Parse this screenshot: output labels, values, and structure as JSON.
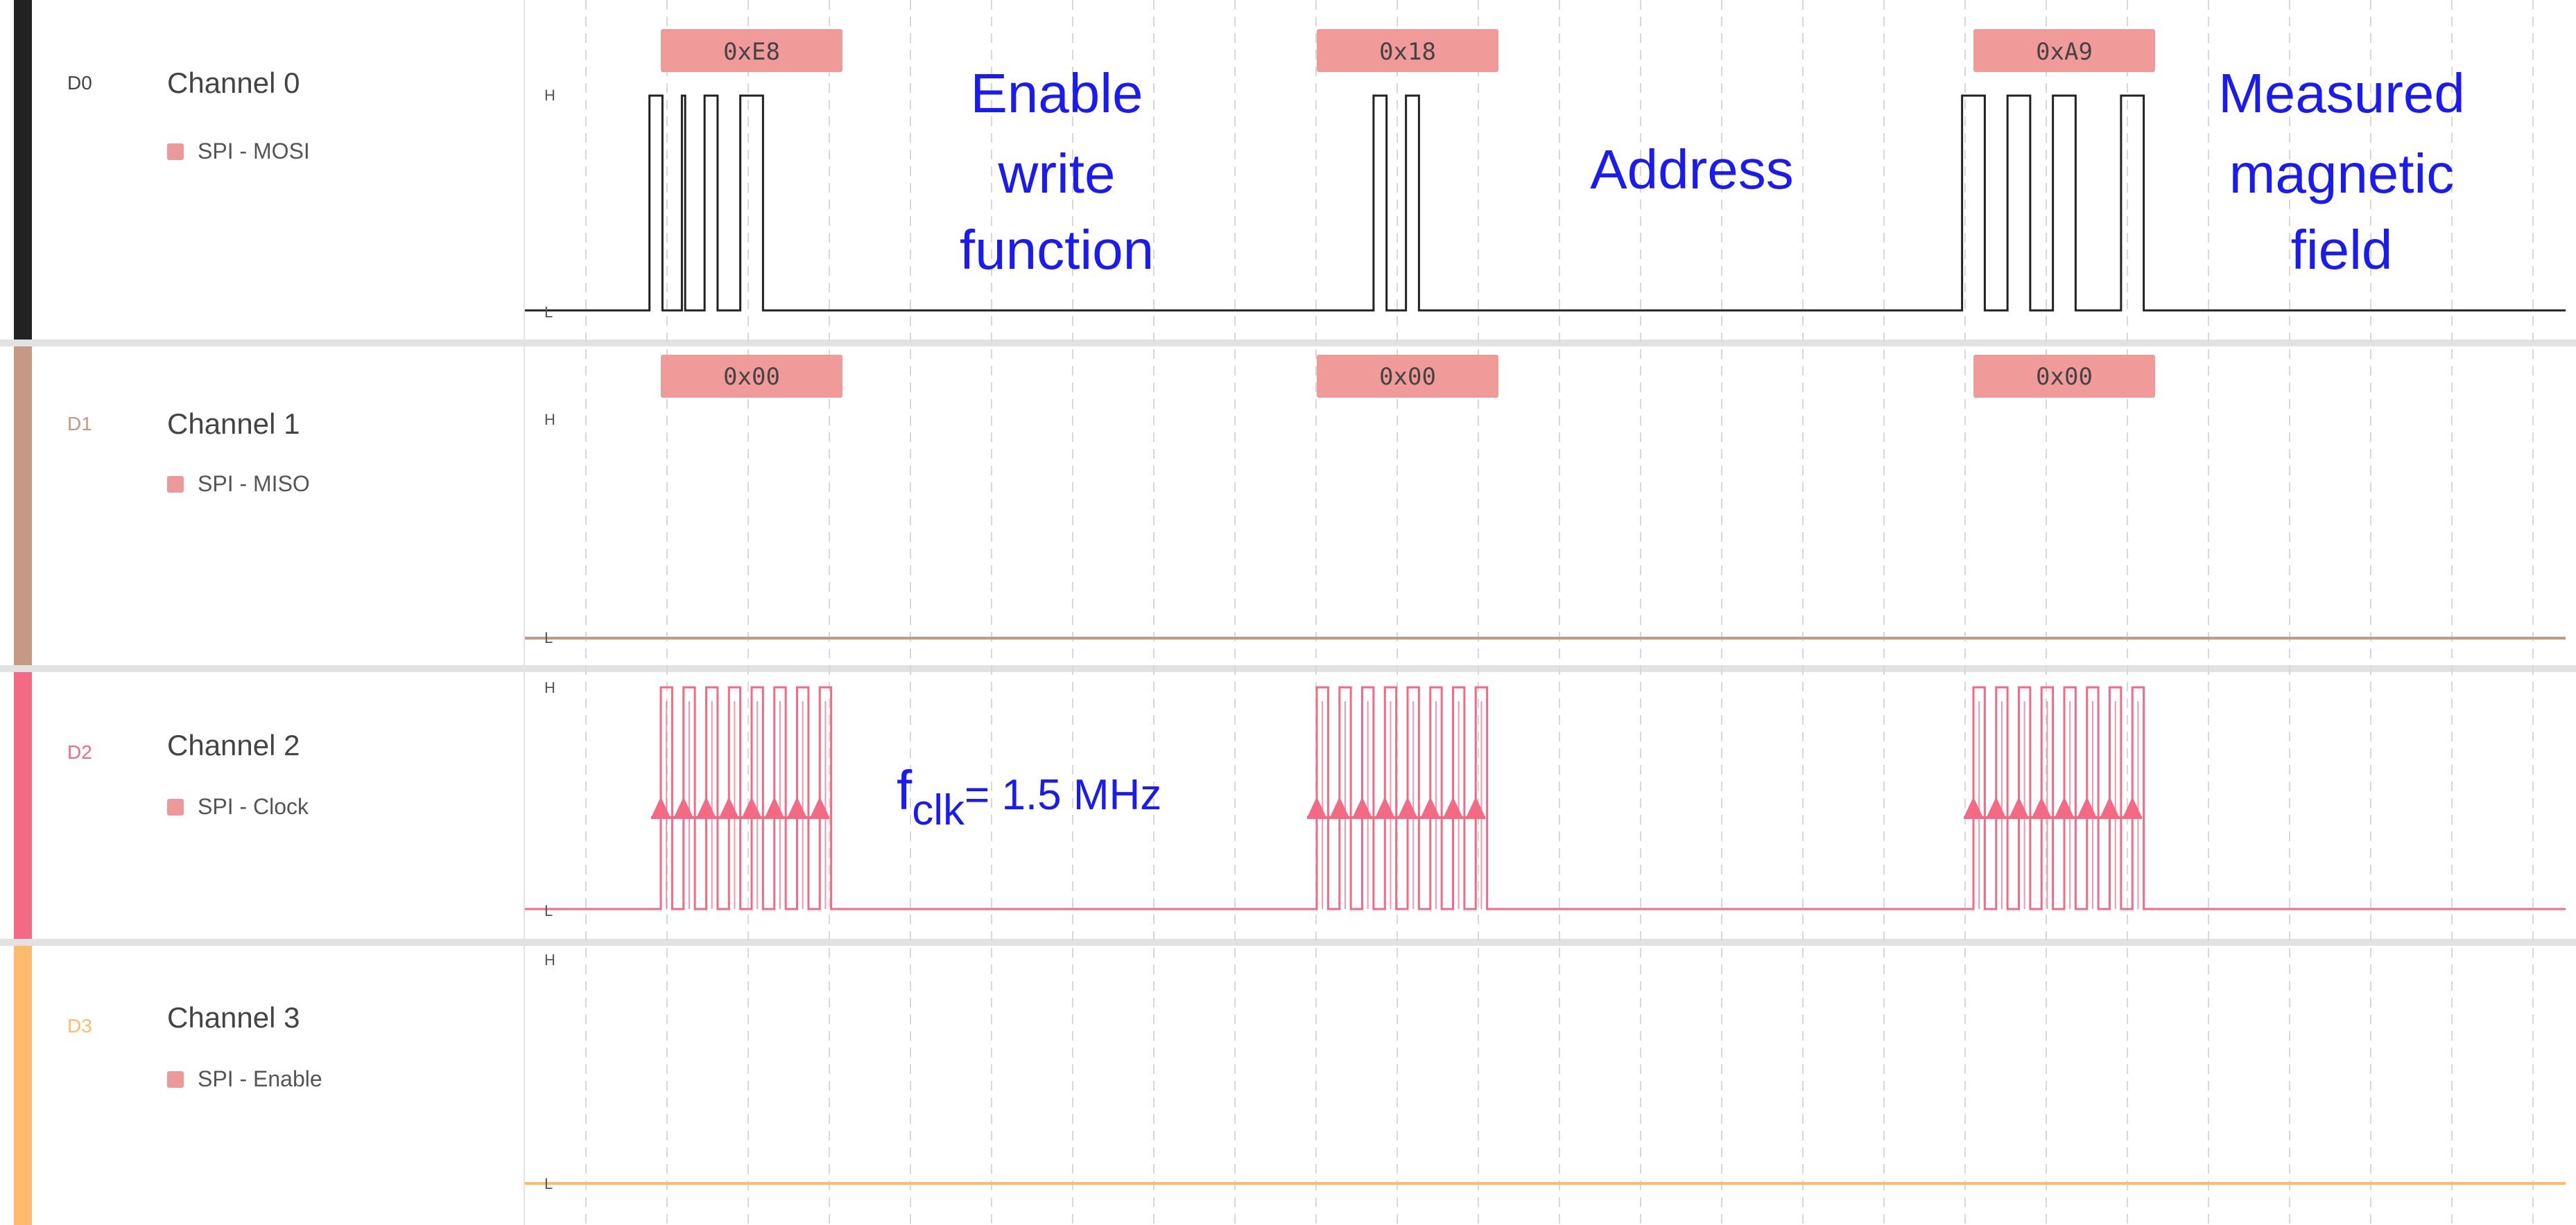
{
  "colors": {
    "ch0": "#222222",
    "ch1": "#c49a84",
    "ch2": "#f36a84",
    "ch3": "#ffba6e",
    "analyzer_swatch": "#ee9999",
    "bubble": "#f09a9a",
    "annotation": "#1a1af2",
    "grid": "#d8d8d8"
  },
  "level_labels": {
    "high": "H",
    "low": "L"
  },
  "channels": [
    {
      "id": "D0",
      "name": "Channel 0",
      "analyzer": "SPI - MOSI"
    },
    {
      "id": "D1",
      "name": "Channel 1",
      "analyzer": "SPI - MISO"
    },
    {
      "id": "D2",
      "name": "Channel 2",
      "analyzer": "SPI - Clock"
    },
    {
      "id": "D3",
      "name": "Channel 3",
      "analyzer": "SPI - Enable"
    }
  ],
  "decoded": {
    "mosi": [
      "0xE8",
      "0x18",
      "0xA9"
    ],
    "miso": [
      "0x00",
      "0x00",
      "0x00"
    ]
  },
  "annotations": {
    "enable_write": [
      "Enable",
      "write",
      "function"
    ],
    "address": "Address",
    "measured": [
      "Measured",
      "magnetic",
      "field"
    ],
    "fclk_main": "f",
    "fclk_sub": "clk",
    "fclk_rest": "= 1.5 MHz"
  },
  "signals": {
    "bit_frames": 3,
    "bits_per_frame": 8,
    "mosi_bits": [
      [
        1,
        1,
        1,
        0,
        1,
        0,
        0,
        0
      ],
      [
        0,
        0,
        0,
        1,
        1,
        0,
        0,
        0
      ],
      [
        1,
        0,
        1,
        0,
        1,
        0,
        0,
        1
      ]
    ],
    "miso_bits": [
      [
        0,
        0,
        0,
        0,
        0,
        0,
        0,
        0
      ],
      [
        0,
        0,
        0,
        0,
        0,
        0,
        0,
        0
      ],
      [
        0,
        0,
        0,
        0,
        0,
        0,
        0,
        0
      ]
    ],
    "miso_level": "low",
    "enable_level": "low"
  }
}
